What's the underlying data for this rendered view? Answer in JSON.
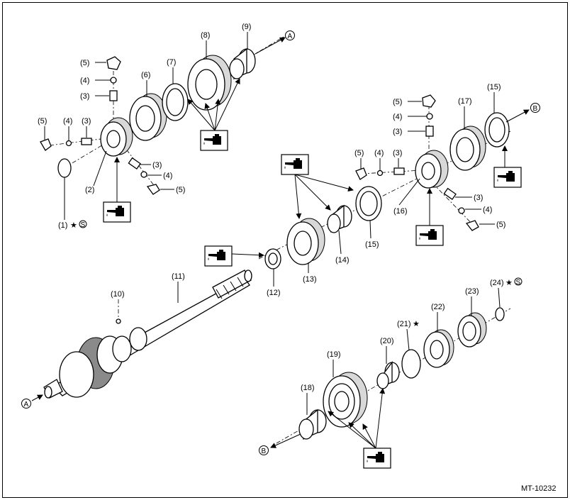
{
  "diagram": {
    "figure_code": "MT-10232",
    "connector_a": "A",
    "connector_b": "B",
    "labels": {
      "p1": "(1)",
      "p2": "(2)",
      "p3": "(3)",
      "p4": "(4)",
      "p5": "(5)",
      "p6": "(6)",
      "p7": "(7)",
      "p8": "(8)",
      "p9": "(9)",
      "p10": "(10)",
      "p11": "(11)",
      "p12": "(12)",
      "p13": "(13)",
      "p14": "(14)",
      "p15": "(15)",
      "p16": "(16)",
      "p17": "(17)",
      "p18": "(18)",
      "p19": "(19)",
      "p20": "(20)",
      "p21": "(21)",
      "p22": "(22)",
      "p23": "(23)",
      "p24": "(24)"
    },
    "marks": {
      "star": "★",
      "seal": "S"
    },
    "icons": [
      "oil-can-icon"
    ],
    "colors": {
      "line": "#000000",
      "background": "#ffffff"
    }
  }
}
